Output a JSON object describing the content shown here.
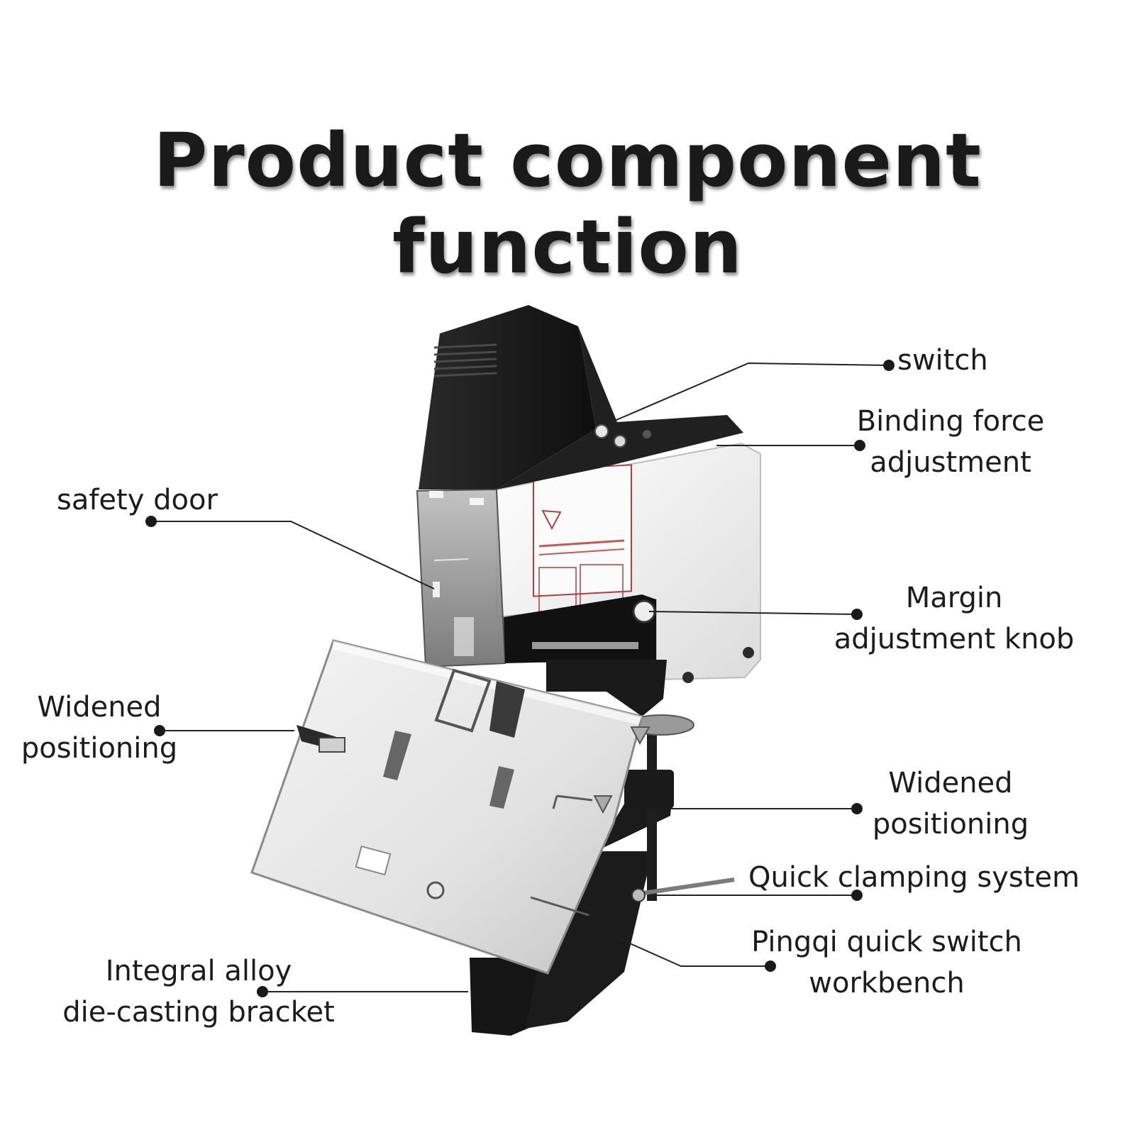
{
  "title": "Product component function",
  "labels": {
    "switch": "switch",
    "binding_force_1": "Binding force",
    "binding_force_2": "adjustment",
    "safety_door": "safety door",
    "margin_knob_1": "Margin",
    "margin_knob_2": "adjustment knob",
    "widened_left_1": "Widened",
    "widened_left_2": "positioning",
    "widened_right_1": "Widened",
    "widened_right_2": "positioning",
    "quick_clamping": "Quick clamping system",
    "pingqi_1": "Pingqi quick switch",
    "pingqi_2": "workbench",
    "bracket_1": "Integral alloy",
    "bracket_2": "die-casting bracket"
  },
  "colors": {
    "housing_black": "#1b1b1b",
    "housing_white": "#f2f2f2",
    "plate_steel": "#d9d9d9",
    "leader_line": "#222222"
  }
}
